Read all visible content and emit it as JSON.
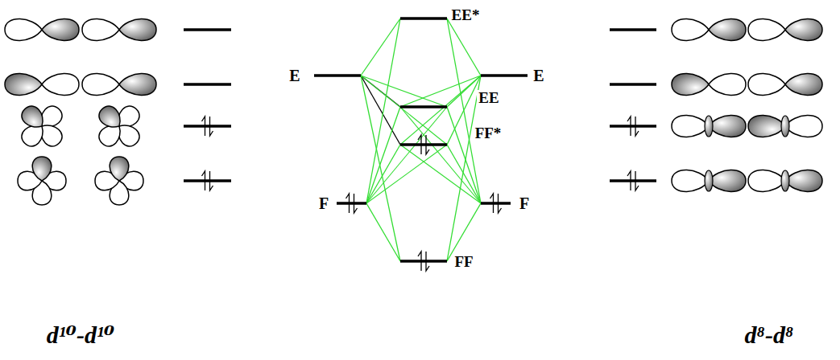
{
  "diagram": {
    "labels": [
      "EE*",
      "E",
      "E",
      "EE",
      "FF*",
      "F",
      "F",
      "FF",
      "d¹⁰-d¹⁰",
      "d⁸-d⁸"
    ]
  }
}
